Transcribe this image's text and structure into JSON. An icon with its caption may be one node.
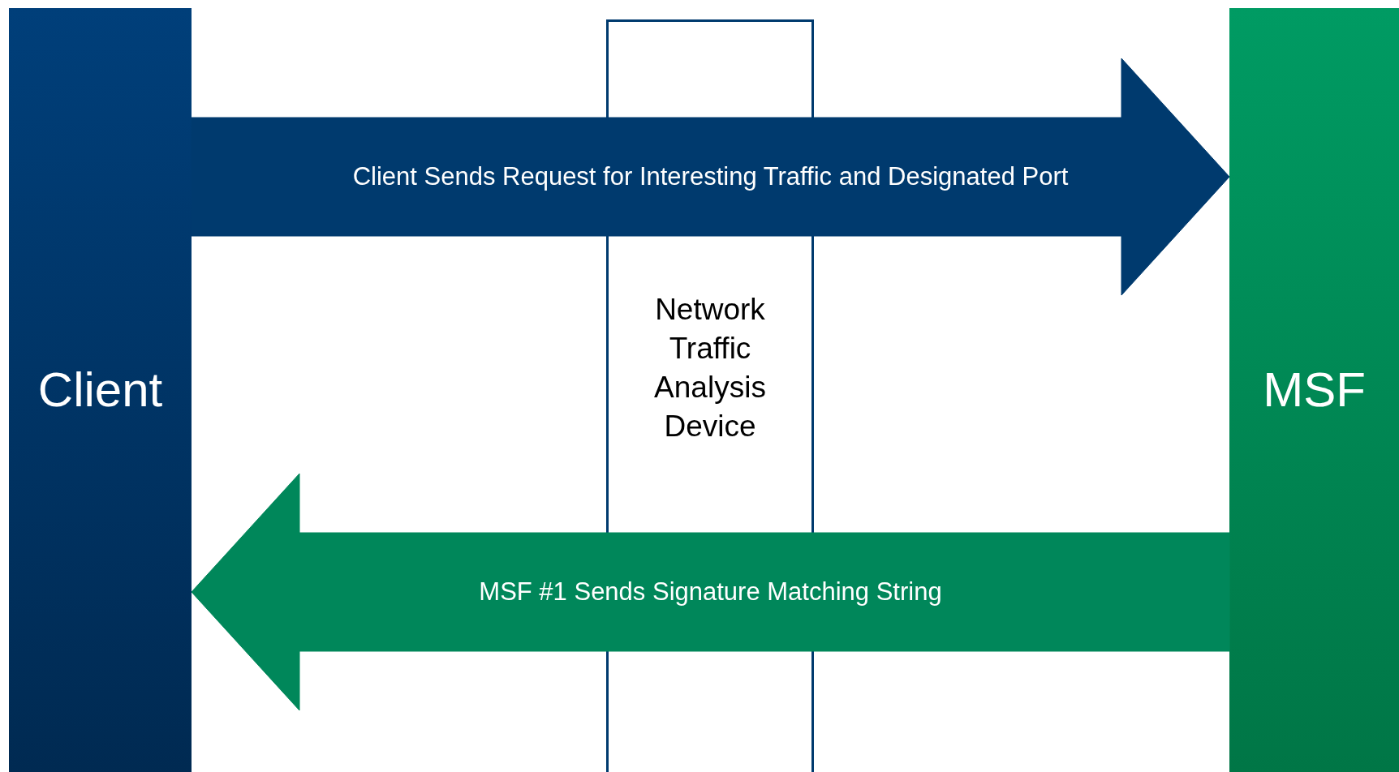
{
  "diagram": {
    "nodes": [
      {
        "text": [
          "Client"
        ]
      },
      {
        "text": [
          "Network Traffic Analysis Device"
        ]
      },
      {
        "text": [
          "MSF"
        ]
      }
    ],
    "edges": [
      {
        "from": 0,
        "to": 2,
        "arrow": "to",
        "label": "Client Sends Request for Interesting Traffic  and Designated Port",
        "color": "#003a6e"
      },
      {
        "from": 2,
        "to": 0,
        "arrow": "to",
        "label": "MSF #1 Sends Signature Matching String",
        "color": "#00875a"
      }
    ]
  }
}
